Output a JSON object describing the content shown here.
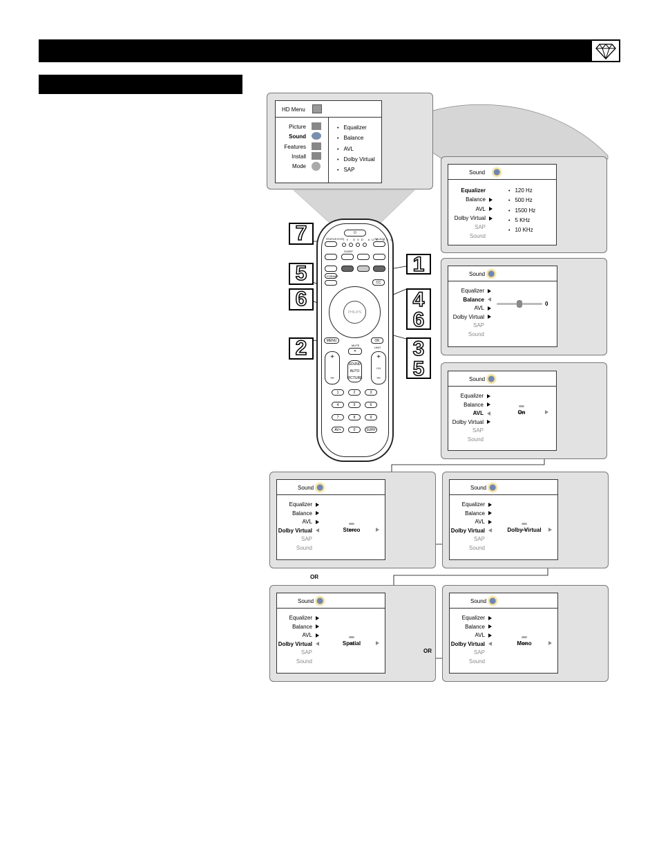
{
  "header": {
    "diamond_icon": "diamond-icon"
  },
  "hd_menu": {
    "title": "HD Menu",
    "left_items": [
      {
        "label": "Picture",
        "selected": false
      },
      {
        "label": "Sound",
        "selected": true
      },
      {
        "label": "Features",
        "selected": false
      },
      {
        "label": "Install",
        "selected": false
      },
      {
        "label": "Mode",
        "selected": false
      }
    ],
    "right_items": [
      "Equalizer",
      "Balance",
      "AVL",
      "Dolby Virtual",
      "SAP"
    ]
  },
  "screens": {
    "equalizer": {
      "title": "Sound",
      "items": [
        "Equalizer",
        "Balance",
        "AVL",
        "Dolby Virtual",
        "SAP",
        "Sound"
      ],
      "bands": [
        "120 Hz",
        "500 Hz",
        "1500 Hz",
        "5 KHz",
        "10 KHz"
      ]
    },
    "balance": {
      "title": "Sound",
      "items": [
        "Equalizer",
        "Balance",
        "AVL",
        "Dolby Virtual",
        "SAP",
        "Sound"
      ],
      "value": "0",
      "slider_level": 0.5
    },
    "avl": {
      "title": "Sound",
      "items": [
        "Equalizer",
        "Balance",
        "AVL",
        "Dolby Virtual",
        "SAP",
        "Sound"
      ],
      "value": "On"
    },
    "dv_stereo": {
      "title": "Sound",
      "items": [
        "Equalizer",
        "Balance",
        "AVL",
        "Dolby Virtual",
        "SAP",
        "Sound"
      ],
      "value": "Stereo"
    },
    "dv_dolby": {
      "title": "Sound",
      "items": [
        "Equalizer",
        "Balance",
        "AVL",
        "Dolby Virtual",
        "SAP",
        "Sound"
      ],
      "value": "Dolby Virtual"
    },
    "dv_spatial": {
      "title": "Sound",
      "items": [
        "Equalizer",
        "Balance",
        "AVL",
        "Dolby Virtual",
        "SAP",
        "Sound"
      ],
      "value": "Spatial"
    },
    "dv_mono": {
      "title": "Sound",
      "items": [
        "Equalizer",
        "Balance",
        "AVL",
        "Dolby Virtual",
        "SAP",
        "Sound"
      ],
      "value": "Mono"
    }
  },
  "or_labels": [
    "OR",
    "OR"
  ],
  "callouts": [
    "7",
    "1",
    "5",
    "6",
    "4",
    "6",
    "2",
    "3",
    "5"
  ],
  "remote": {
    "brand": "PHILIPS",
    "status_exit": "STATUS EXIT",
    "source_labels": [
      "TV",
      "DVD",
      "AUX",
      "ACC"
    ],
    "select": "SELECT",
    "sleep": "SLEEP",
    "format": "FORMAT",
    "cc": "CC",
    "menu": "MENU",
    "ok": "OK",
    "mute": "MUTE",
    "unit": "UNIT",
    "sound": "SOUND",
    "auto": "AUTO",
    "picture": "PICTURE",
    "ch": "CH",
    "digits": [
      "1",
      "2",
      "3",
      "4",
      "5",
      "6",
      "7",
      "8",
      "9"
    ],
    "av": "AV+",
    "zero": "0",
    "surf": "SURF"
  }
}
